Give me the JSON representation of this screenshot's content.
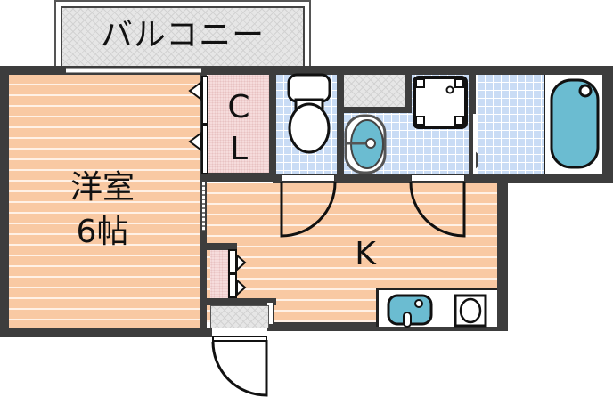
{
  "floorplan": {
    "balcony": {
      "label": "バルコニー"
    },
    "rooms": {
      "western_room": {
        "label_line1": "洋室",
        "label_line2": "6帖"
      },
      "closet": {
        "label_line1": "C",
        "label_line2": "L"
      },
      "kitchen": {
        "label": "K"
      }
    },
    "fixtures": {
      "toilet": "toilet-icon",
      "washbasin": "washbasin-icon",
      "washing_machine_pan": "washing-machine-pan-icon",
      "bathtub": "bathtub-icon",
      "kitchen_sink": "kitchen-sink-icon",
      "stove": "stove-icon"
    },
    "colors": {
      "wall": "#3d3d3d",
      "wood_floor": "#f9c9a3",
      "tile_floor": "#c9dcf5",
      "closet_floor": "#f6dcdc",
      "water_blue": "#6bbcd1",
      "hatch": "#e6e6e6"
    }
  }
}
